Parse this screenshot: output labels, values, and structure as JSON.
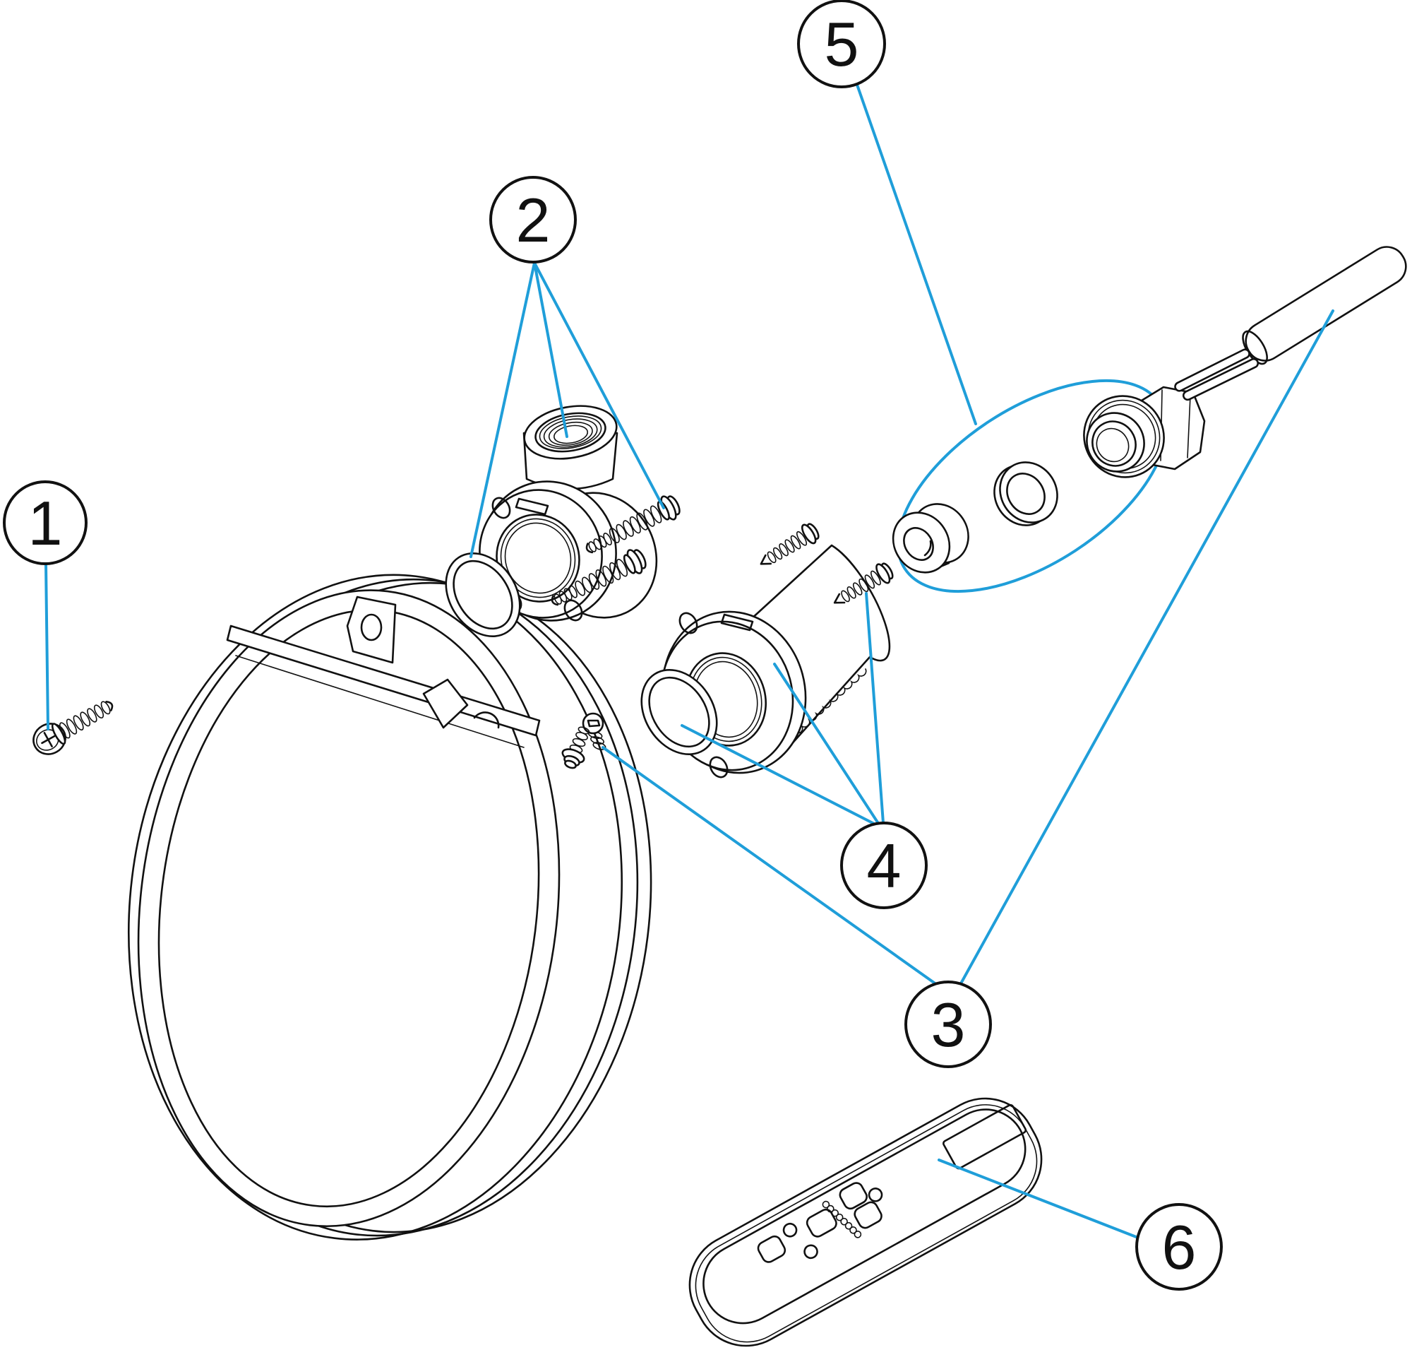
{
  "diagram": {
    "background_color": "#ffffff",
    "ink_color": "#111111",
    "accent_color": "#1f9ed9",
    "callouts": [
      {
        "number": "1"
      },
      {
        "number": "2"
      },
      {
        "number": "3"
      },
      {
        "number": "4"
      },
      {
        "number": "5"
      },
      {
        "number": "6"
      }
    ]
  }
}
